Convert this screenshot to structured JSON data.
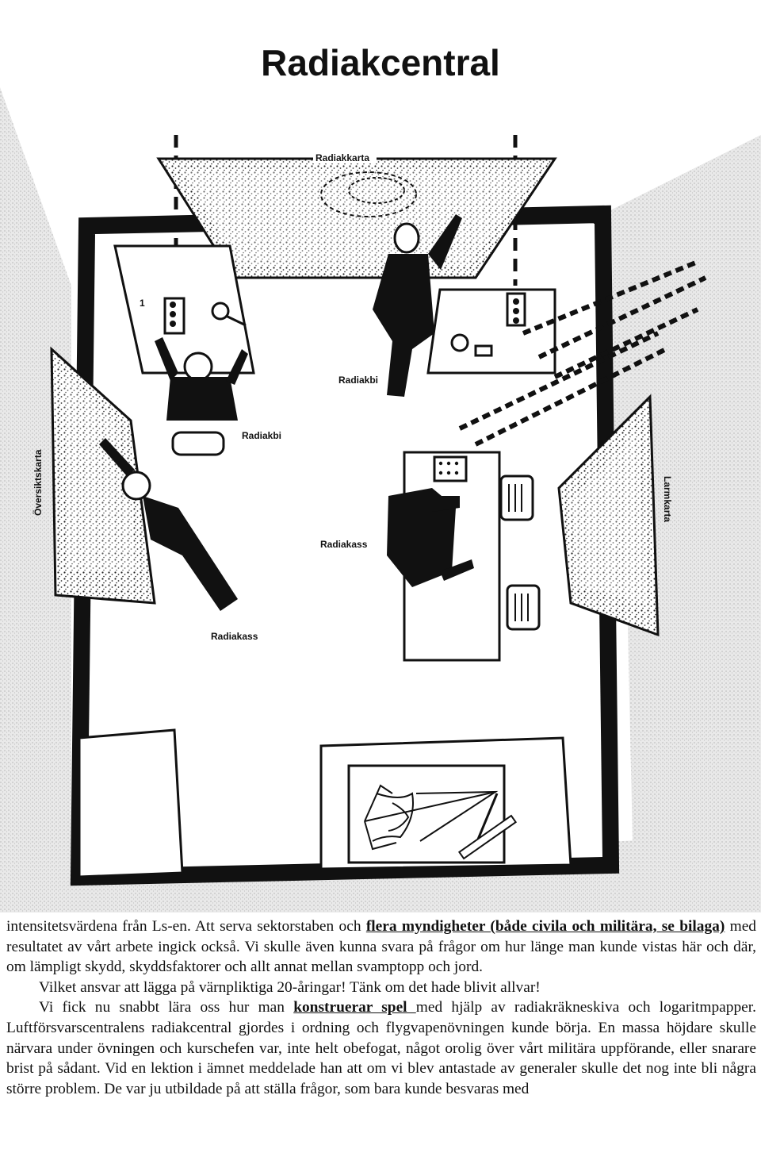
{
  "figure": {
    "title": "Radiakcentral",
    "labels": {
      "radiakkarta": "Radiakkarta",
      "radiakbi_top": "Radiakbi",
      "radiakbi_left": "Radiakbi",
      "oversiktskarta": "Översiktskarta",
      "larmkarta": "Larmkarta",
      "radiakass_right": "Radiakass",
      "radiakass_left": "Radiakass",
      "board_number": "1"
    }
  },
  "text": {
    "p1": {
      "a": "intensitetsvärdena från Ls-en. Att serva sektorstaben och ",
      "b": "flera myndigheter (både civila och militära, se bilaga)",
      "c": " med resultatet av vårt arbete ingick också. Vi skulle även kunna svara på frågor om hur länge man kunde vistas här och där, om lämpligt skydd, skyddsfaktorer och allt annat mellan svamptopp och jord."
    },
    "p2": "Vilket ansvar att lägga på värnpliktiga 20-åringar! Tänk om det hade blivit allvar!",
    "p3": {
      "a": "Vi fick nu snabbt lära oss hur man ",
      "b": "konstruerar spel ",
      "c": "med hjälp av radiakräkneskiva och logaritmpapper. Luftförsvarscentralens radiakcentral gjordes i ordning och flygvapenövningen kunde börja. En massa höjdare skulle närvara under övningen och kurschefen var, inte helt obefogat, något orolig över vårt militära uppförande, eller snarare brist på sådant. Vid en lektion i ämnet meddelade han att om vi blev antastade av generaler skulle det nog inte bli några större problem. De var ju utbildade på att ställa frågor, som bara kunde besvaras med"
    }
  }
}
